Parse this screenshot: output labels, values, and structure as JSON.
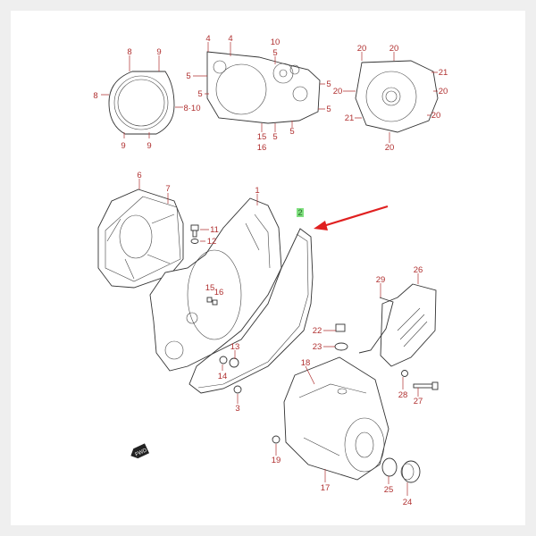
{
  "diagram": {
    "title": "Crankcase cover parts diagram",
    "labels": [
      "8",
      "9",
      "8",
      "8·10",
      "9",
      "9",
      "4",
      "4",
      "10",
      "5",
      "5",
      "5",
      "5",
      "5",
      "5",
      "5",
      "15",
      "16",
      "20",
      "20",
      "21",
      "20",
      "20",
      "21",
      "20",
      "20",
      "6",
      "7",
      "1",
      "2",
      "11",
      "12",
      "15",
      "16",
      "13",
      "14",
      "3",
      "22",
      "23",
      "18",
      "29",
      "26",
      "28",
      "27",
      "19",
      "17",
      "25",
      "24"
    ],
    "highlighted_label": "2",
    "fwd_marker": "FWD",
    "colors": {
      "label": "#b03030",
      "highlight": "#7fe07f",
      "arrow": "#e02020",
      "line": "#333333"
    }
  }
}
